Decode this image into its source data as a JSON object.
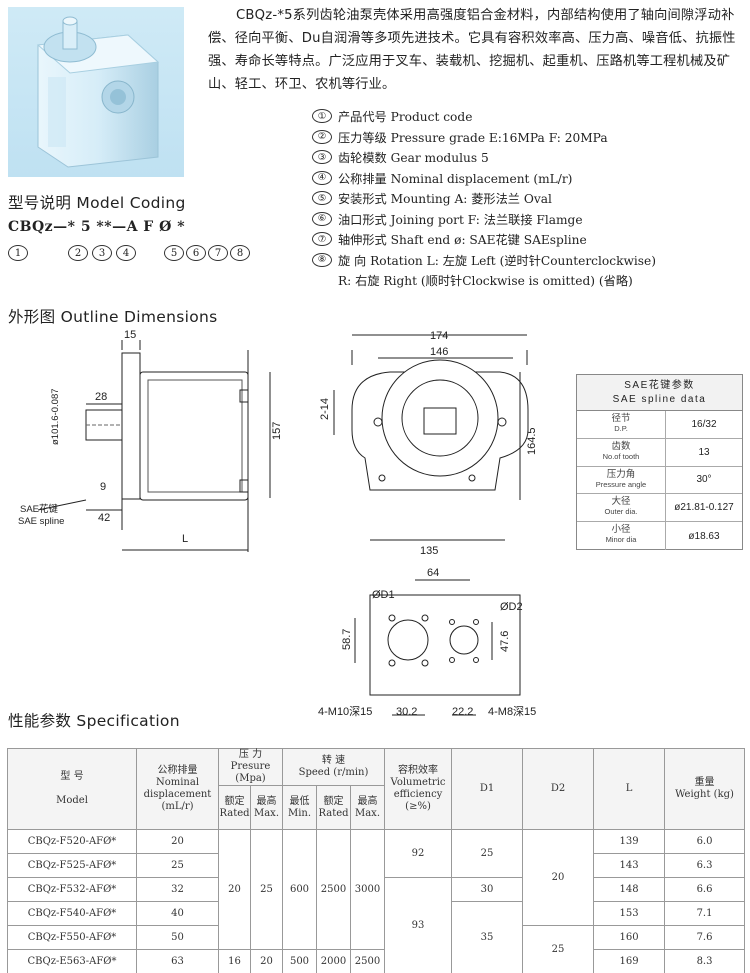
{
  "intro": {
    "text": "CBQz-*5系列齿轮油泵壳体采用高强度铝合金材料，内部结构使用了轴向间隙浮动补偿、径向平衡、Du自润滑等多项先进技术。它具有容积效率高、压力高、噪音低、抗振性强、寿命长等特点。广泛应用于叉车、装载机、挖掘机、起重机、压路机等工程机械及矿山、轻工、环卫、农机等行业。"
  },
  "legend": [
    {
      "num": "①",
      "text": "产品代号 Product code"
    },
    {
      "num": "②",
      "text": "压力等级 Pressure grade E:16MPa F: 20MPa"
    },
    {
      "num": "③",
      "text": "齿轮模数 Gear modulus 5"
    },
    {
      "num": "④",
      "text": "公称排量 Nominal displacement (mL/r)"
    },
    {
      "num": "⑤",
      "text": "安装形式 Mounting  A: 菱形法兰 Oval"
    },
    {
      "num": "⑥",
      "text": "油口形式 Joining port  F: 法兰联接 Flamge"
    },
    {
      "num": "⑦",
      "text": "轴伸形式 Shaft end   ø: SAE花键 SAEspline"
    },
    {
      "num": "⑧",
      "text": "旋        向 Rotation L: 左旋 Left (逆时针Counterclockwise)"
    },
    {
      "num": "",
      "text": "         R: 右旋 Right (顺时针Clockwise is omitted) (省略)"
    }
  ],
  "model_coding": {
    "title": "型号说明 Model Coding",
    "code": "CBQz—*  5  **—A  F  Ø  *",
    "circles": [
      "1",
      "2",
      "3",
      "4",
      "5",
      "6",
      "7",
      "8"
    ]
  },
  "outline": {
    "title": "外形图 Outline Dimensions",
    "side": {
      "d15": "15",
      "d28": "28",
      "shaft_dia": "ø101.6-0.087",
      "d157": "157",
      "d9": "9",
      "d42": "42",
      "L": "L",
      "spline_cn": "SAE花键",
      "spline_en": "SAE spline"
    },
    "front": {
      "d174": "174",
      "d146": "146",
      "d2_14": "2-14",
      "d164_5": "164.5",
      "d135": "135"
    },
    "ports": {
      "d64": "64",
      "D1": "ØD1",
      "D2": "ØD2",
      "d58_7": "58.7",
      "d47_6": "47.6",
      "m10": "4-M10深15",
      "d30_2": "30.2",
      "d22_2": "22.2",
      "m8": "4-M8深15"
    }
  },
  "spline_table": {
    "title_cn": "SAE花键参数",
    "title_en": "SAE spline data",
    "rows": [
      {
        "cn": "径节",
        "en": "D.P.",
        "value": "16/32"
      },
      {
        "cn": "齿数",
        "en": "No.of tooth",
        "value": "13"
      },
      {
        "cn": "压力角",
        "en": "Pressure angle",
        "value": "30°"
      },
      {
        "cn": "大径",
        "en": "Outer dia.",
        "value": "ø21.81-0.127"
      },
      {
        "cn": "小径",
        "en": "Minor dia",
        "value": "ø18.63"
      }
    ]
  },
  "spec": {
    "title": "性能参数 Specification",
    "headers": {
      "model_cn": "型    号",
      "model_en": "Model",
      "disp_cn": "公称排量",
      "disp_en": "Nominal displacement (mL/r)",
      "press_cn": "压    力",
      "press_en": "Presure (Mpa)",
      "rated": "额定 Rated",
      "max": "最高 Max.",
      "speed_cn": "转    速",
      "speed_en": "Speed (r/min)",
      "min": "最低 Min.",
      "rated2": "额定 Rated",
      "max2": "最高 Max.",
      "eff_cn": "容积效率",
      "eff_en": "Volumetric efficiency (≥%)",
      "d1": "D1",
      "d2": "D2",
      "l": "L",
      "weight_cn": "重量",
      "weight_en": "Weight (kg)"
    },
    "rows": [
      {
        "model": "CBQz-F520-AFØ*",
        "disp": "20",
        "L": "139",
        "weight": "6.0"
      },
      {
        "model": "CBQz-F525-AFØ*",
        "disp": "25",
        "L": "143",
        "weight": "6.3"
      },
      {
        "model": "CBQz-F532-AFØ*",
        "disp": "32",
        "L": "148",
        "weight": "6.6"
      },
      {
        "model": "CBQz-F540-AFØ*",
        "disp": "40",
        "L": "153",
        "weight": "7.1"
      },
      {
        "model": "CBQz-F550-AFØ*",
        "disp": "50",
        "L": "160",
        "weight": "7.6"
      },
      {
        "model": "CBQz-E563-AFØ*",
        "disp": "63",
        "L": "169",
        "weight": "8.3"
      }
    ],
    "merged": {
      "rated_a": "20",
      "max_a": "25",
      "min_a": "600",
      "rated2_a": "2500",
      "max2_a": "3000",
      "rated_b": "16",
      "max_b": "20",
      "min_b": "500",
      "rated2_b": "2000",
      "max2_b": "2500",
      "eff_a": "92",
      "eff_b": "93",
      "d1_a": "25",
      "d1_b": "30",
      "d1_c": "35",
      "d2_a": "20",
      "d2_b": "25"
    }
  }
}
